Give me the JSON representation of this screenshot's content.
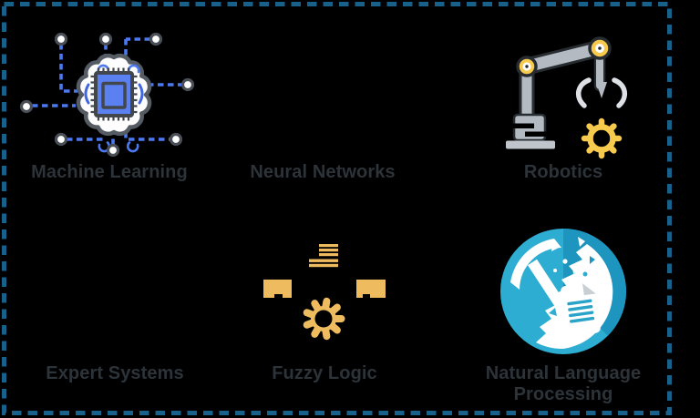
{
  "diagram": {
    "type": "icon-grid",
    "rows": 2,
    "cols": 3,
    "background": "#000000",
    "border": {
      "style": "dashed",
      "color": "#17618a",
      "thickness": 5
    }
  },
  "colors": {
    "background": "#000000",
    "border_teal": "#17618a",
    "label_text": "#2c3339",
    "ml_line_blue": "#4c78f0",
    "ml_chip_blue": "#5b80f2",
    "ml_outline_gray": "#565c64",
    "robot_gray": "#b4bac2",
    "robot_light_gray": "#dde1e5",
    "robot_yellow": "#f7ca4d",
    "fuzzy_orange": "#efbb5f",
    "nlp_teal": "#2eadd3",
    "nlp_teal_dark": "#1e95be",
    "doc_fold_gray": "#c9ced3"
  },
  "cells": [
    {
      "id": "machine-learning",
      "label": "Machine Learning",
      "icon": "brain-circuit-chip-icon"
    },
    {
      "id": "neural-networks",
      "label": "Neural Networks",
      "icon": "not-visible-on-black"
    },
    {
      "id": "robotics",
      "label": "Robotics",
      "icon": "robot-arm-gear-icon"
    },
    {
      "id": "expert-systems",
      "label": "Expert Systems",
      "icon": "not-visible-on-black"
    },
    {
      "id": "fuzzy-logic",
      "label": "Fuzzy Logic",
      "icon": "gear-with-bars-icon"
    },
    {
      "id": "natural-language-processing",
      "label": "Natural Language Processing",
      "icon": "text-mining-pickaxe-document-icon"
    }
  ]
}
